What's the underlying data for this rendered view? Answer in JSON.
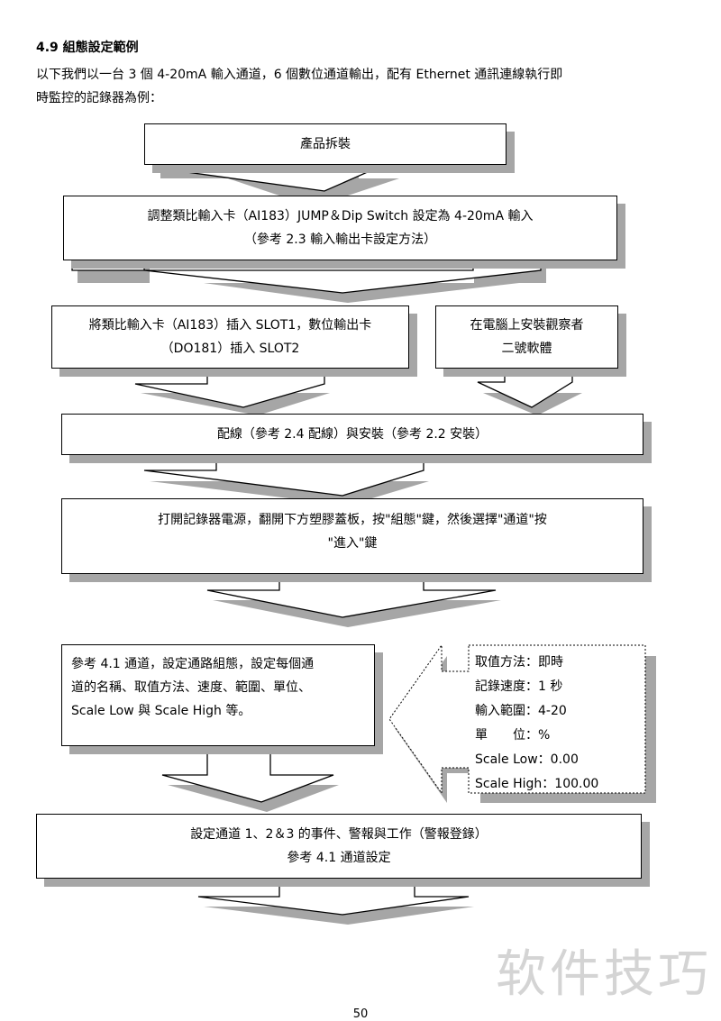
{
  "heading": "4.9 組態設定範例",
  "intro": [
    "以下我們以一台 3 個 4-20mA 輸入通道，6 個數位通道輸出，配有 Ethernet 通訊連線執行即",
    "時監控的記錄器為例："
  ],
  "steps": {
    "unpack": [
      "產品拆裝"
    ],
    "adjust_card": [
      "調整類比輸入卡（AI183）JUMP＆Dip Switch 設定為 4-20mA 輸入",
      "（參考 2.3 輸入輸出卡設定方法）"
    ],
    "insert_cards": [
      "將類比輸入卡（AI183）插入 SLOT1，數位輸出卡",
      "（DO181）插入 SLOT2"
    ],
    "install_software": [
      "在電腦上安裝觀察者",
      "二號軟體"
    ],
    "wiring": [
      "配線（參考 2.4 配線）與安裝（參考 2.2 安裝）"
    ],
    "power_on": [
      "打開記錄器電源，翻開下方塑膠蓋板，按\"組態\"鍵，然後選擇\"通道\"按",
      "\"進入\"鍵"
    ],
    "channel_setup": [
      "參考 4.1 通道，設定通路組態，設定每個通",
      "道的名稱、取值方法、速度、範圍、單位、",
      "Scale Low 與 Scale High 等。"
    ],
    "events_alarm": [
      "設定通道 1、2＆3 的事件、警報與工作（警報登錄）",
      "參考 4.1 通道設定"
    ]
  },
  "channel_example": [
    "取值方法：即時",
    "記錄速度：1 秒",
    "輸入範圍：4-20",
    "單　　位：%",
    "Scale Low：0.00",
    "Scale High：100.00"
  ],
  "page_number": "50",
  "watermark": "软件技巧"
}
